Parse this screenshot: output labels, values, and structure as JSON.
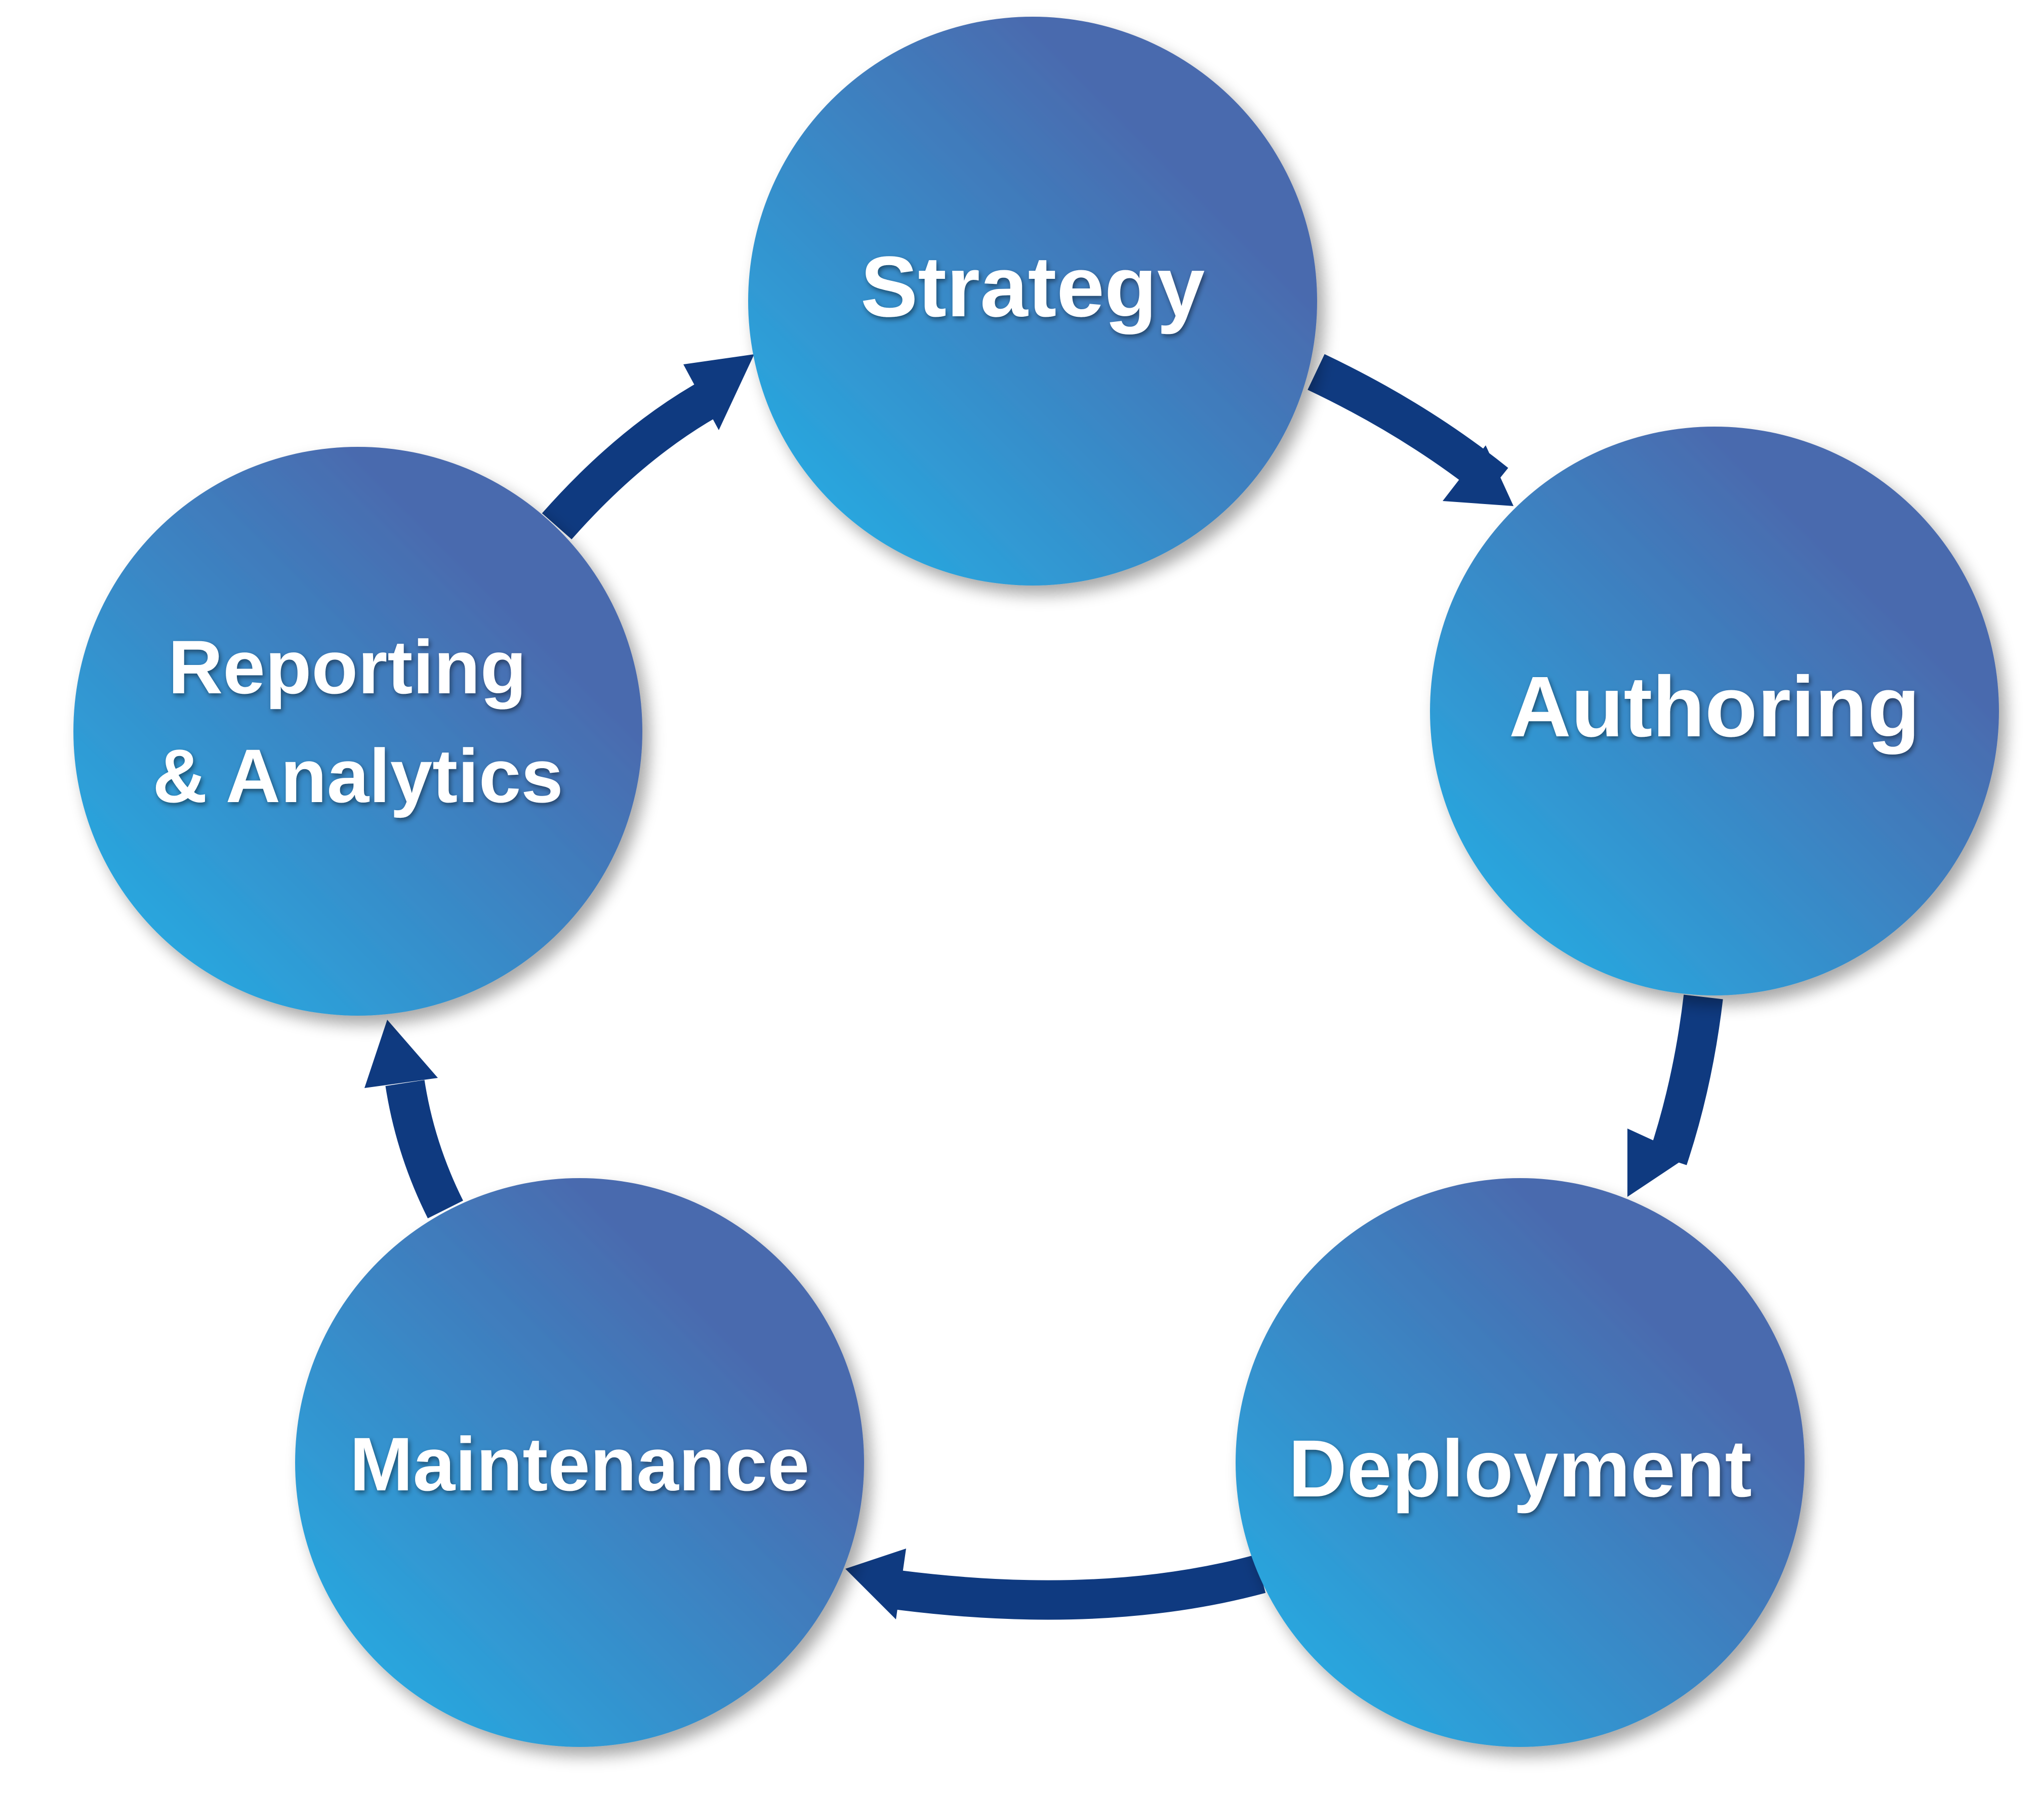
{
  "diagram": {
    "type": "cycle",
    "stages": [
      {
        "id": "strategy",
        "lines": [
          "Strategy"
        ]
      },
      {
        "id": "authoring",
        "lines": [
          "Authoring"
        ]
      },
      {
        "id": "deployment",
        "lines": [
          "Deployment"
        ]
      },
      {
        "id": "maintenance",
        "lines": [
          "Maintenance"
        ]
      },
      {
        "id": "reporting-analytics",
        "lines": [
          "Reporting",
          "& Analytics"
        ]
      }
    ],
    "flow": [
      {
        "from": "strategy",
        "to": "authoring"
      },
      {
        "from": "authoring",
        "to": "deployment"
      },
      {
        "from": "deployment",
        "to": "maintenance"
      },
      {
        "from": "maintenance",
        "to": "reporting-analytics"
      },
      {
        "from": "reporting-analytics",
        "to": "strategy"
      }
    ]
  },
  "colors": {
    "circle_gradient_start": "#27aae1",
    "circle_gradient_end": "#4a6aae",
    "arrow": "#0f3a80",
    "label": "#ffffff",
    "background": "#ffffff"
  }
}
